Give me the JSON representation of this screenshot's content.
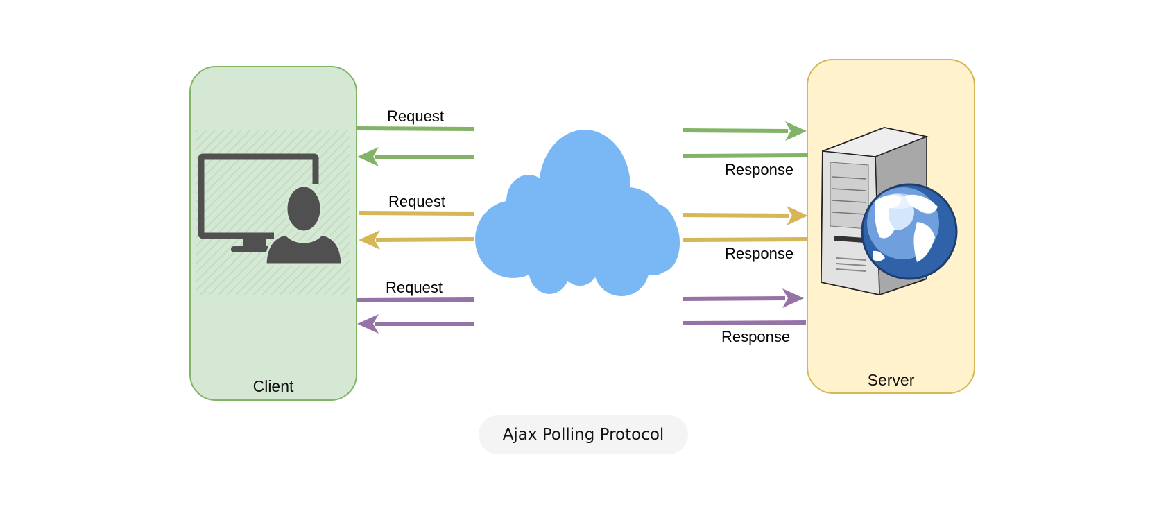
{
  "diagram": {
    "client_label": "Client",
    "server_label": "Server",
    "caption": "Ajax Polling Protocol",
    "exchanges": [
      {
        "request_label": "Request",
        "response_label": "Response",
        "color": "#82b366"
      },
      {
        "request_label": "Request",
        "response_label": "Response",
        "color": "#d6b656"
      },
      {
        "request_label": "Request",
        "response_label": "Response",
        "color": "#9673a6"
      }
    ],
    "colors": {
      "client_fill": "#d5e8d4",
      "client_stroke": "#82b366",
      "server_fill": "#fff2cc",
      "server_stroke": "#d6b656",
      "cloud": "#7ab7f5",
      "user_icon": "#505050"
    },
    "icons": [
      "user-at-computer-icon",
      "cloud-icon",
      "web-server-icon",
      "globe-icon"
    ]
  }
}
